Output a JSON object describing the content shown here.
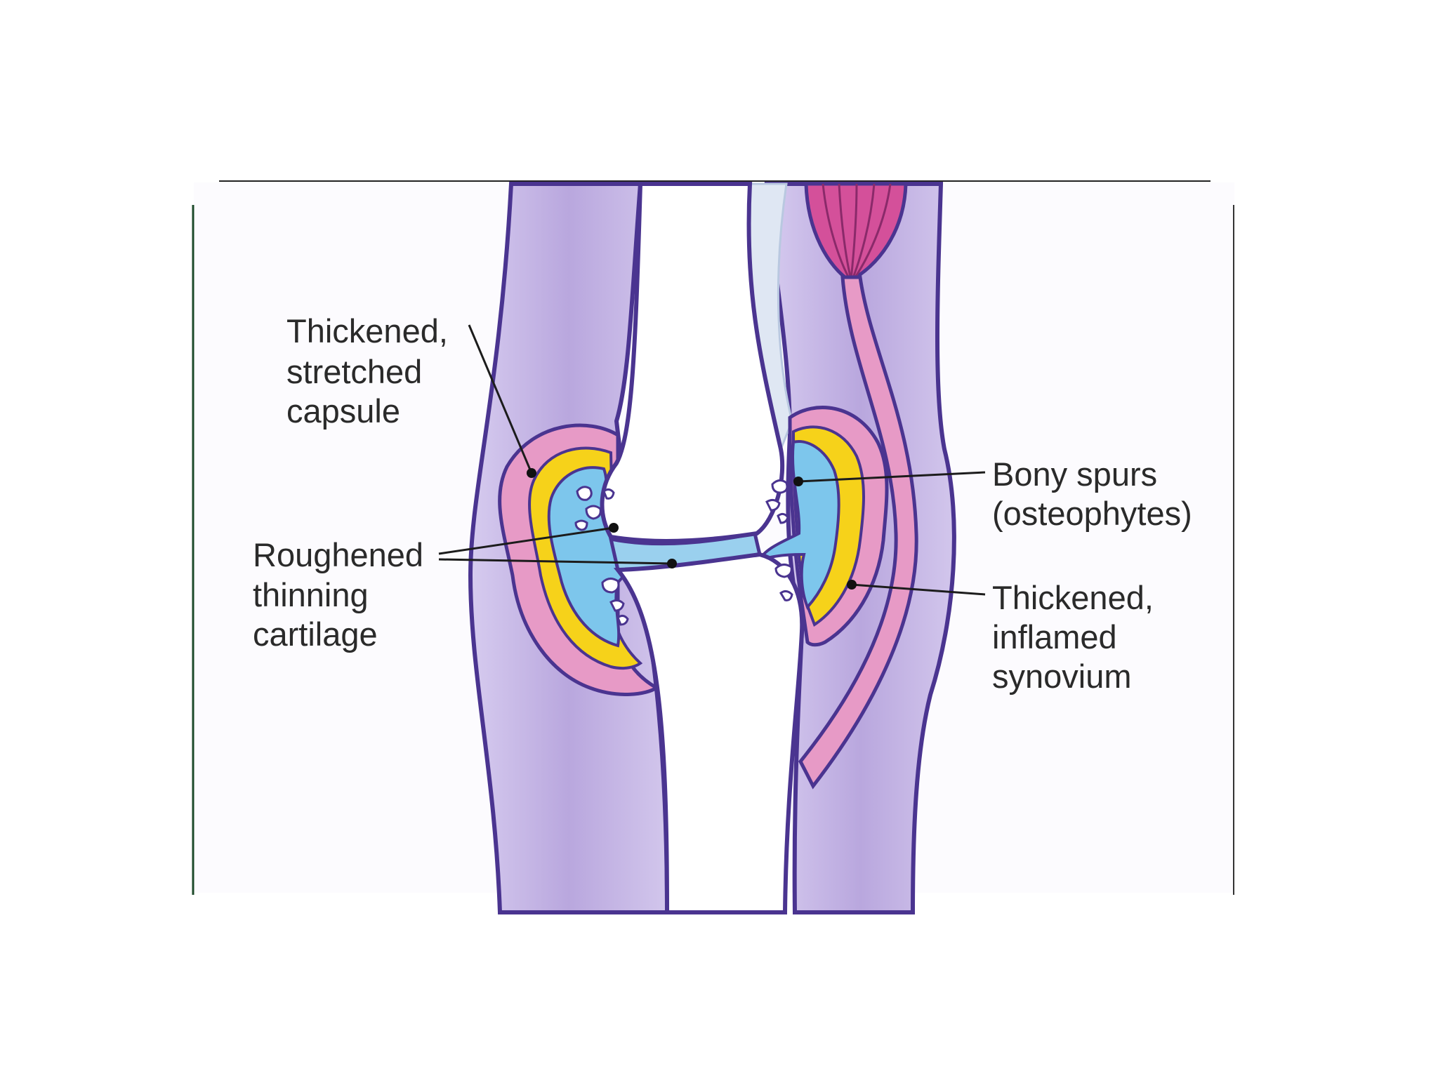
{
  "labels": {
    "capsule": [
      "Thickened,",
      "stretched",
      "capsule"
    ],
    "cartilage": [
      "Roughened",
      "thinning",
      "cartilage"
    ],
    "spurs": [
      "Bony spurs",
      "(osteophytes)"
    ],
    "synovium": [
      "Thickened,",
      "inflamed",
      "synovium"
    ]
  },
  "colors": {
    "tissue": "#c2b2e2",
    "outline": "#4a3490",
    "capsule_pink": "#e79ac6",
    "synovium_yellow": "#f6d21a",
    "fluid_blue": "#7dc6ec",
    "muscle": "#d4509a",
    "periosteum": "#dfe7f3"
  }
}
